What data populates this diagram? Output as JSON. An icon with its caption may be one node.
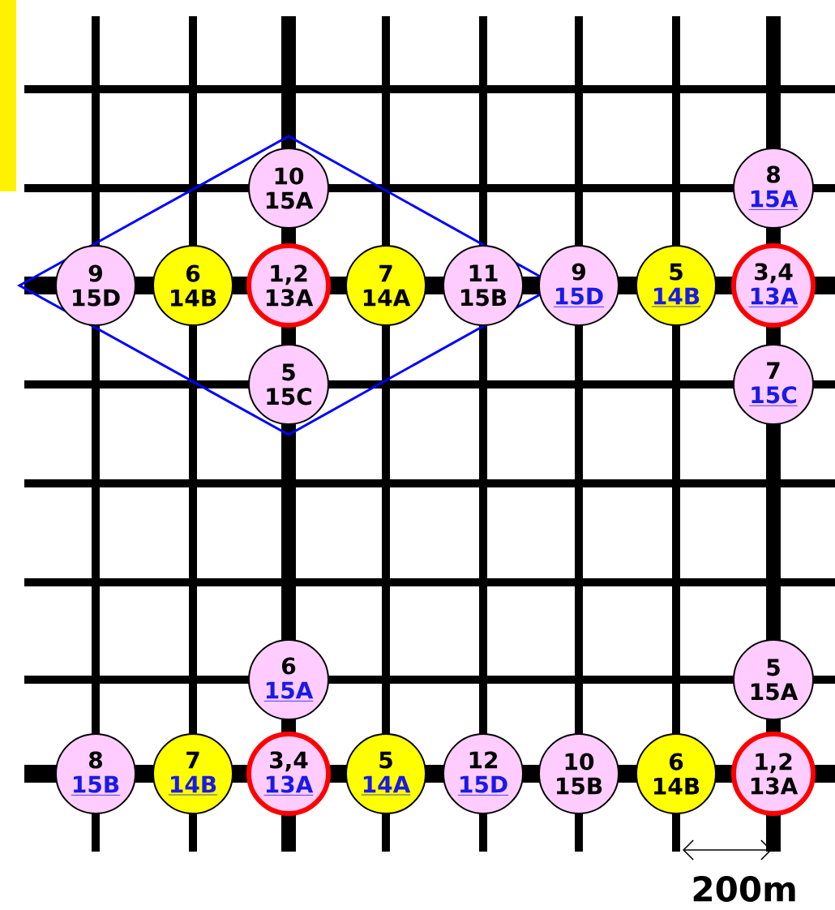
{
  "diagram": {
    "nodes": [
      {
        "text": [
          "10",
          "15A"
        ]
      },
      {
        "text": [
          "8",
          "15A"
        ]
      },
      {
        "text": [
          "9",
          "15D"
        ]
      },
      {
        "text": [
          "6",
          "14B"
        ]
      },
      {
        "text": [
          "1,2",
          "13A"
        ]
      },
      {
        "text": [
          "7",
          "14A"
        ]
      },
      {
        "text": [
          "11",
          "15B"
        ]
      },
      {
        "text": [
          "9",
          "15D"
        ]
      },
      {
        "text": [
          "5",
          "14B"
        ]
      },
      {
        "text": [
          "3,4",
          "13A"
        ]
      },
      {
        "text": [
          "5",
          "15C"
        ]
      },
      {
        "text": [
          "7",
          "15C"
        ]
      },
      {
        "text": [
          "6",
          "15A"
        ]
      },
      {
        "text": [
          "5",
          "15A"
        ]
      },
      {
        "text": [
          "8",
          "15B"
        ]
      },
      {
        "text": [
          "7",
          "14B"
        ]
      },
      {
        "text": [
          "3,4",
          "13A"
        ]
      },
      {
        "text": [
          "5",
          "14A"
        ]
      },
      {
        "text": [
          "12",
          "15D"
        ]
      },
      {
        "text": [
          "10",
          "15B"
        ]
      },
      {
        "text": [
          "6",
          "14B"
        ]
      },
      {
        "text": [
          "1,2",
          "13A"
        ]
      }
    ],
    "labels": [
      "200m"
    ]
  }
}
